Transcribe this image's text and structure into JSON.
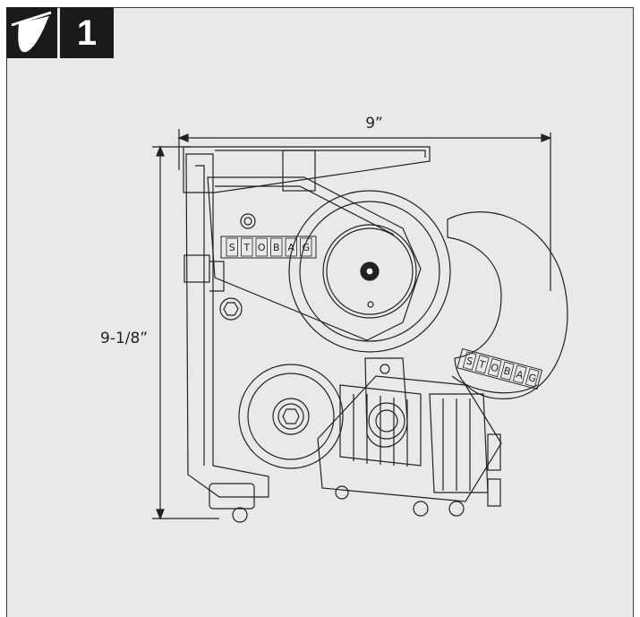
{
  "step": {
    "number": "1"
  },
  "dimensions": {
    "width_label": "9”",
    "height_label": "9-1/8”"
  },
  "brand": {
    "letters": [
      "S",
      "T",
      "O",
      "B",
      "A",
      "G"
    ]
  },
  "icon": {
    "name": "awning-icon"
  },
  "colors": {
    "frame_bg": "#e9e9ea",
    "badge_bg": "#1a1a1a",
    "line": "#222222"
  }
}
